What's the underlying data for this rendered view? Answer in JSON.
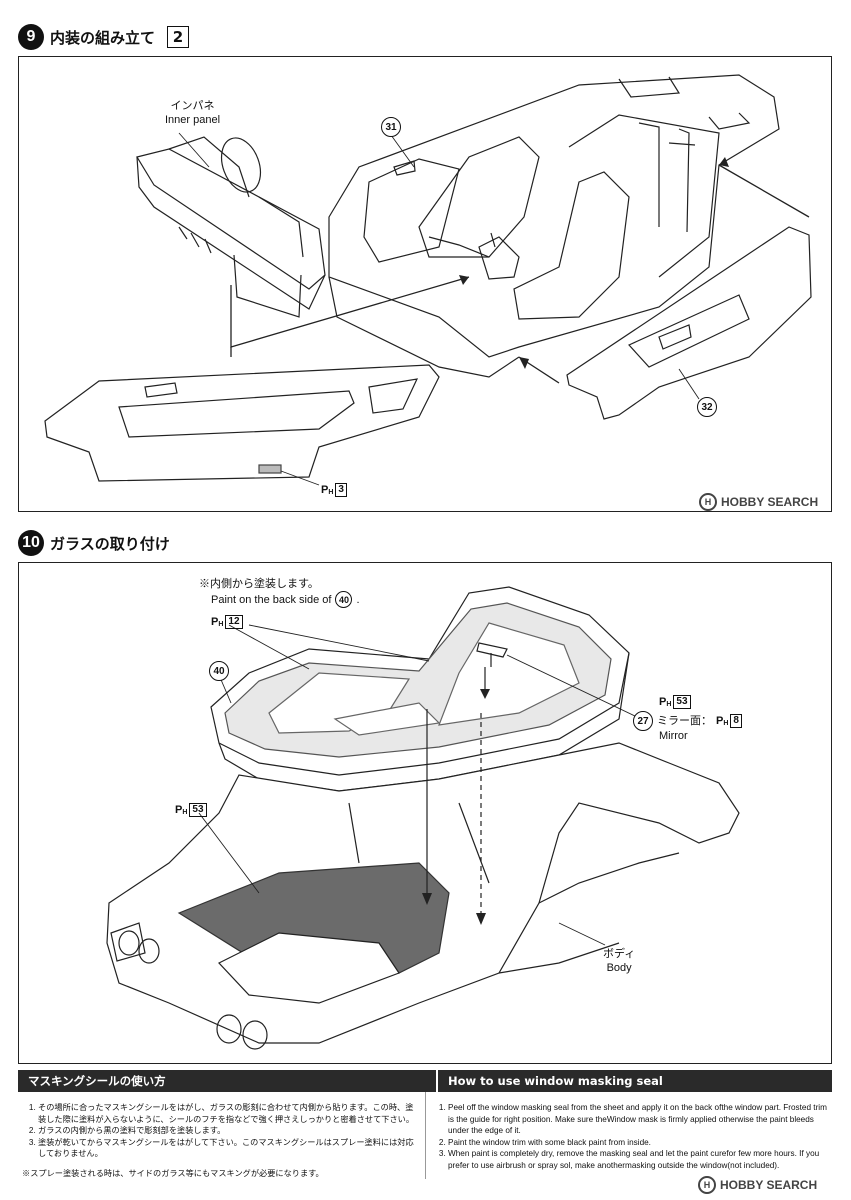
{
  "step9": {
    "number": "9",
    "title": "内装の組み立て",
    "sub_number": "2",
    "inner_panel_jp": "インパネ",
    "inner_panel_en": "Inner panel",
    "part_31": "31",
    "part_32": "32",
    "paint_code": "3"
  },
  "step10": {
    "number": "10",
    "title": "ガラスの取り付け",
    "note_jp": "※内側から塗装します。",
    "note_en_prefix": "Paint on the back side of",
    "note_en_part": "40",
    "note_en_suffix": ".",
    "part_40": "40",
    "part_27": "27",
    "paint_12": "12",
    "paint_53_mirror": "53",
    "mirror_face_jp": "ミラー面：",
    "mirror_paint": "8",
    "mirror_en": "Mirror",
    "paint_53_body": "53",
    "body_jp": "ボディ",
    "body_en": "Body"
  },
  "paint_prefix": "P",
  "paint_sub": "H",
  "masking": {
    "header_jp": "マスキングシールの使い方",
    "header_en": "How to use window masking seal",
    "steps_jp": [
      "その場所に合ったマスキングシールをはがし、ガラスの彫刻に合わせて内側から貼ります。この時、塗装した際に塗料が入らないように、シールのフチを指などで強く押さえしっかりと密着させて下さい。",
      "ガラスの内側から黒の塗料で彫刻部を塗装します。",
      "塗装が乾いてからマスキングシールをはがして下さい。このマスキングシールはスプレー塗料には対応しておりません。"
    ],
    "note_jp": "※スプレー塗装される時は、サイドのガラス等にもマスキングが必要になります。",
    "steps_en": [
      "Peel off the window masking seal from the sheet and apply it on the back ofthe window part. Frosted trim is the guide for right position. Make sure theWindow mask is firmly applied otherwise the paint bleeds under the edge of it.",
      "Paint the window trim with some black paint from inside.",
      "When paint is completely dry, remove the masking seal and let the paint curefor few more hours. If you prefer to use airbrush or spray sol, make anothermasking outside the window(not included)."
    ]
  },
  "watermark": {
    "top": "HOBBY SEARCH",
    "bottom": "HOBBY SEARCH"
  }
}
